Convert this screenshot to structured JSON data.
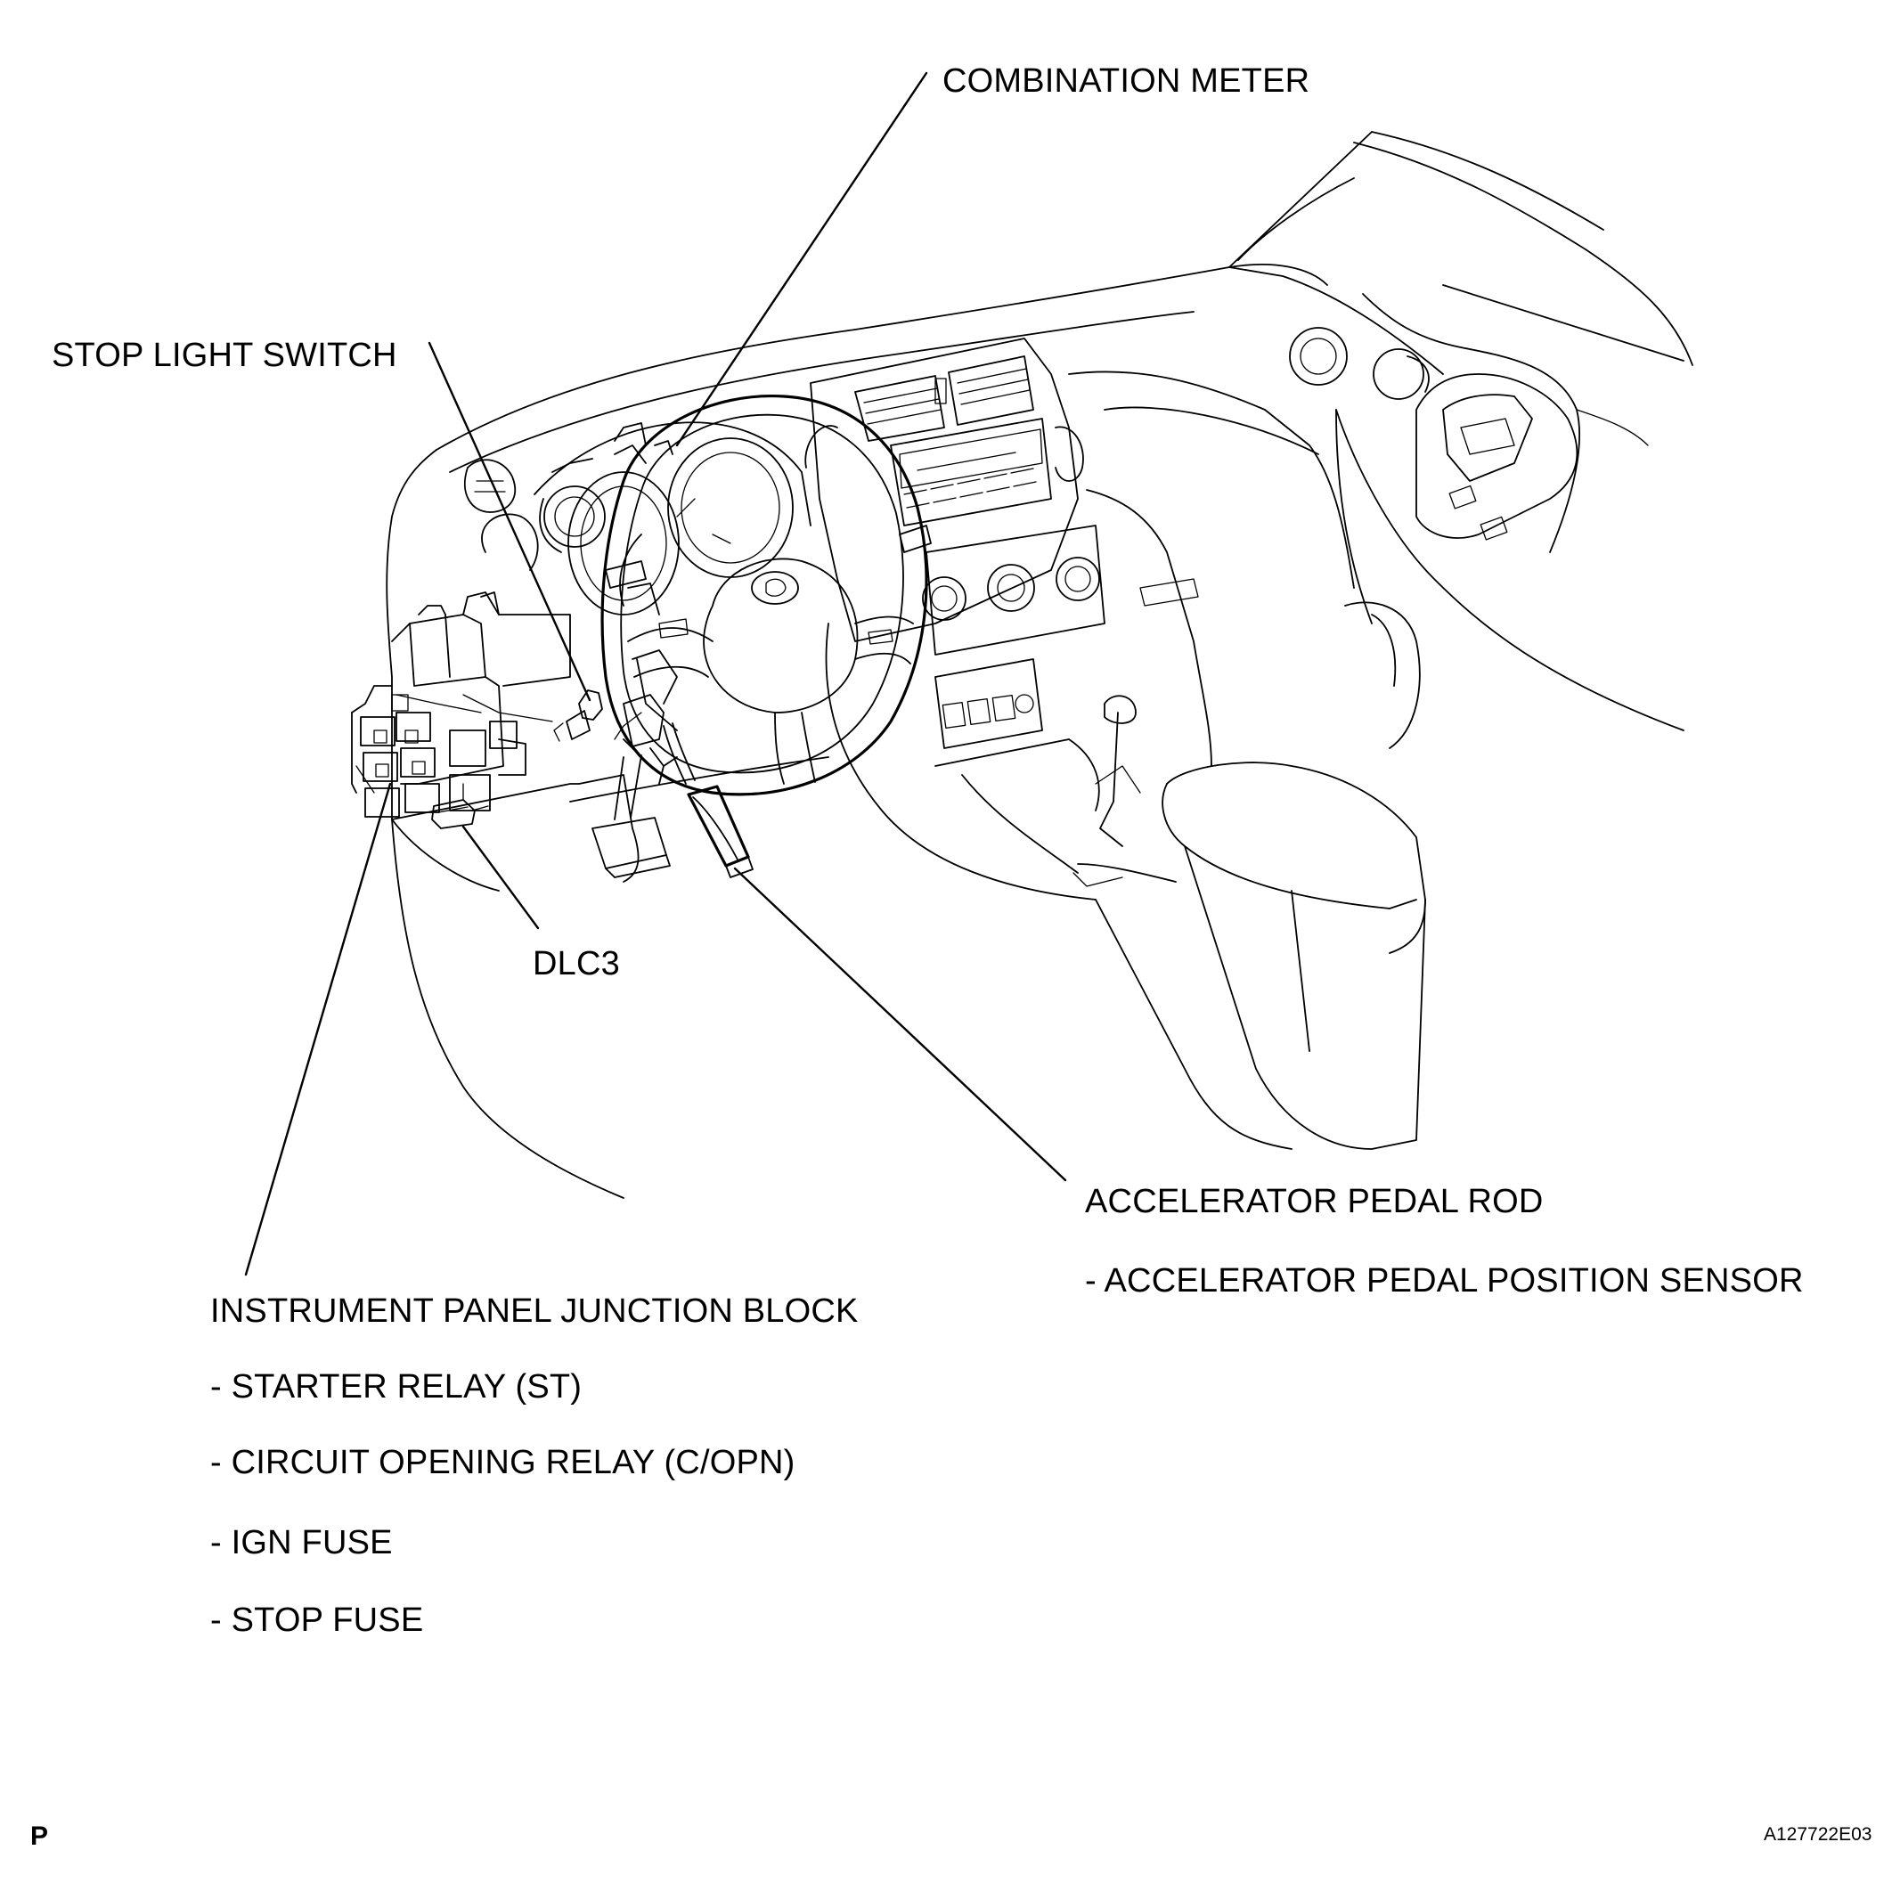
{
  "labels": {
    "combination_meter": "COMBINATION METER",
    "stop_light_switch": "STOP LIGHT SWITCH",
    "dlc3": "DLC3",
    "accelerator_pedal_rod": "ACCELERATOR PEDAL ROD",
    "accelerator_pedal_position_sensor": "- ACCELERATOR PEDAL POSITION SENSOR",
    "instrument_panel_junction_block": "INSTRUMENT PANEL JUNCTION BLOCK",
    "starter_relay": "- STARTER RELAY (ST)",
    "circuit_opening_relay": "- CIRCUIT OPENING RELAY (C/OPN)",
    "ign_fuse": "- IGN FUSE",
    "stop_fuse": "- STOP FUSE"
  },
  "footer": {
    "corner_mark": "P",
    "figure_code": "A127722E03"
  }
}
